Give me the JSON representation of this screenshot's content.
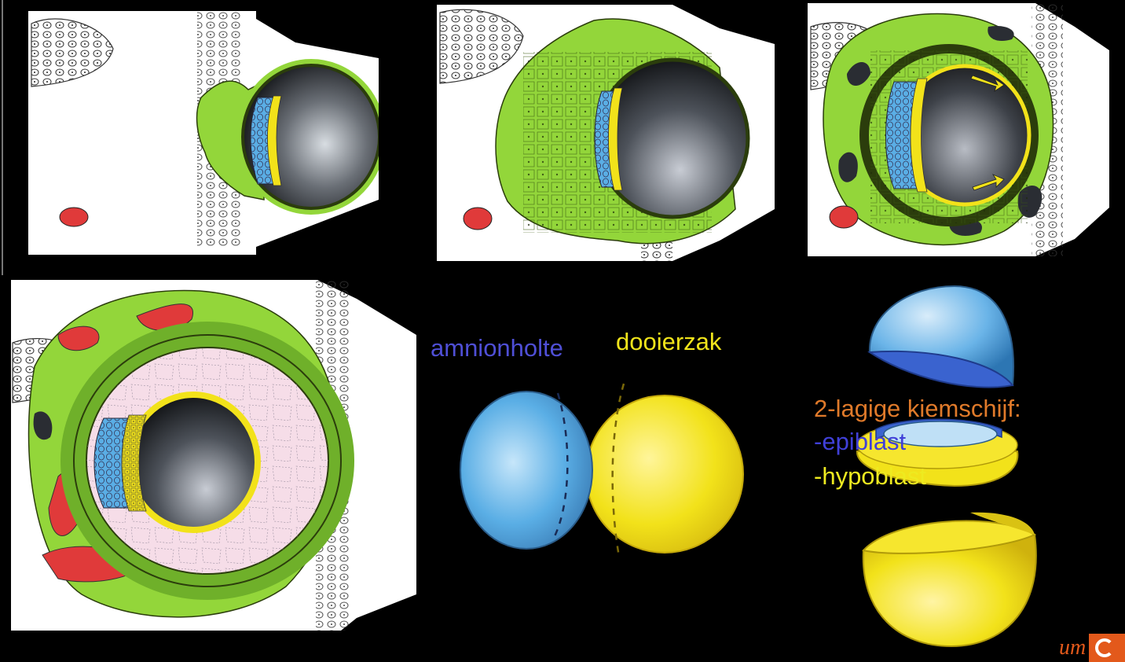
{
  "slide": {
    "labels": {
      "amnion": "amnionholte",
      "yolk": "dooierzak",
      "kiemschijf_title": "2-lagige kiemschijf:",
      "epiblast": "-epiblast",
      "hypoblast": "-hypoblast"
    },
    "footer": "",
    "logo_text": "um"
  },
  "colors": {
    "tissue_green": "#93d63a",
    "yolk_yellow": "#f2e21a",
    "amnion_blue": "#5aaee5",
    "blood_red": "#e03a3a",
    "pink": "#f6dde8",
    "label_amnion": "#4f4fd6",
    "label_yolk": "#f0e41b",
    "label_title": "#e07a2a",
    "label_epiblast": "#4040d8",
    "label_hypoblast": "#eeea20",
    "logo_orange": "#e3591b"
  },
  "icons": [
    "cell-pattern",
    "blastocyst-cavity",
    "red-blood-cell",
    "arrow-icon"
  ]
}
